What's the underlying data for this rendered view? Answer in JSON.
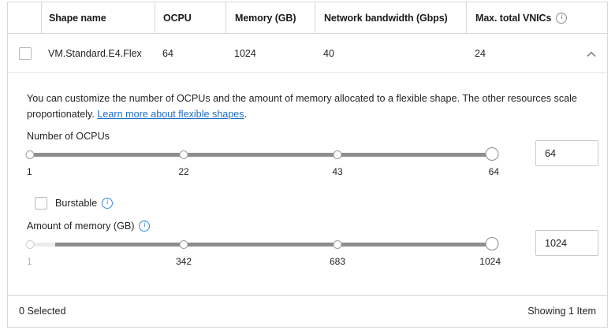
{
  "table": {
    "columns": [
      {
        "key": "checkbox",
        "label": ""
      },
      {
        "key": "shape_name",
        "label": "Shape name"
      },
      {
        "key": "ocpu",
        "label": "OCPU"
      },
      {
        "key": "memory",
        "label": "Memory (GB)"
      },
      {
        "key": "network",
        "label": "Network bandwidth (Gbps)"
      },
      {
        "key": "vnics",
        "label": "Max. total VNICs",
        "info": true
      }
    ],
    "rows": [
      {
        "shape_name": "VM.Standard.E4.Flex",
        "ocpu": "64",
        "memory": "1024",
        "network": "40",
        "vnics": "24",
        "selected": false,
        "expanded": true
      }
    ]
  },
  "detail": {
    "description_part1": "You can customize the number of OCPUs and the amount of memory allocated to a flexible shape. The other resources scale proportionately. ",
    "description_link": "Learn more about flexible shapes",
    "description_part2": ".",
    "ocpu_slider": {
      "label": "Number of OCPUs",
      "value": "64",
      "min": 1,
      "max": 64,
      "tick_labels": [
        "1",
        "22",
        "43",
        "64"
      ],
      "tick_positions": [
        0,
        33.3,
        66.6,
        100
      ],
      "fill_percent": 100,
      "disabled_percent": 0
    },
    "burstable": {
      "label": "Burstable",
      "checked": false,
      "info": true
    },
    "memory_slider": {
      "label": "Amount of memory (GB)",
      "info": true,
      "value": "1024",
      "min": 1,
      "max": 1024,
      "tick_labels": [
        "1",
        "342",
        "683",
        "1024"
      ],
      "tick_positions": [
        0,
        33.3,
        66.6,
        100
      ],
      "fill_percent": 100,
      "disabled_percent": 6
    }
  },
  "footer": {
    "selected_text": "0 Selected",
    "showing_text": "Showing 1 Item"
  },
  "colors": {
    "link": "#1f6fc4",
    "info_blue": "#3a87d8",
    "track": "#8d8d8d",
    "track_disabled": "#ececec",
    "border": "#d8d8d8"
  }
}
